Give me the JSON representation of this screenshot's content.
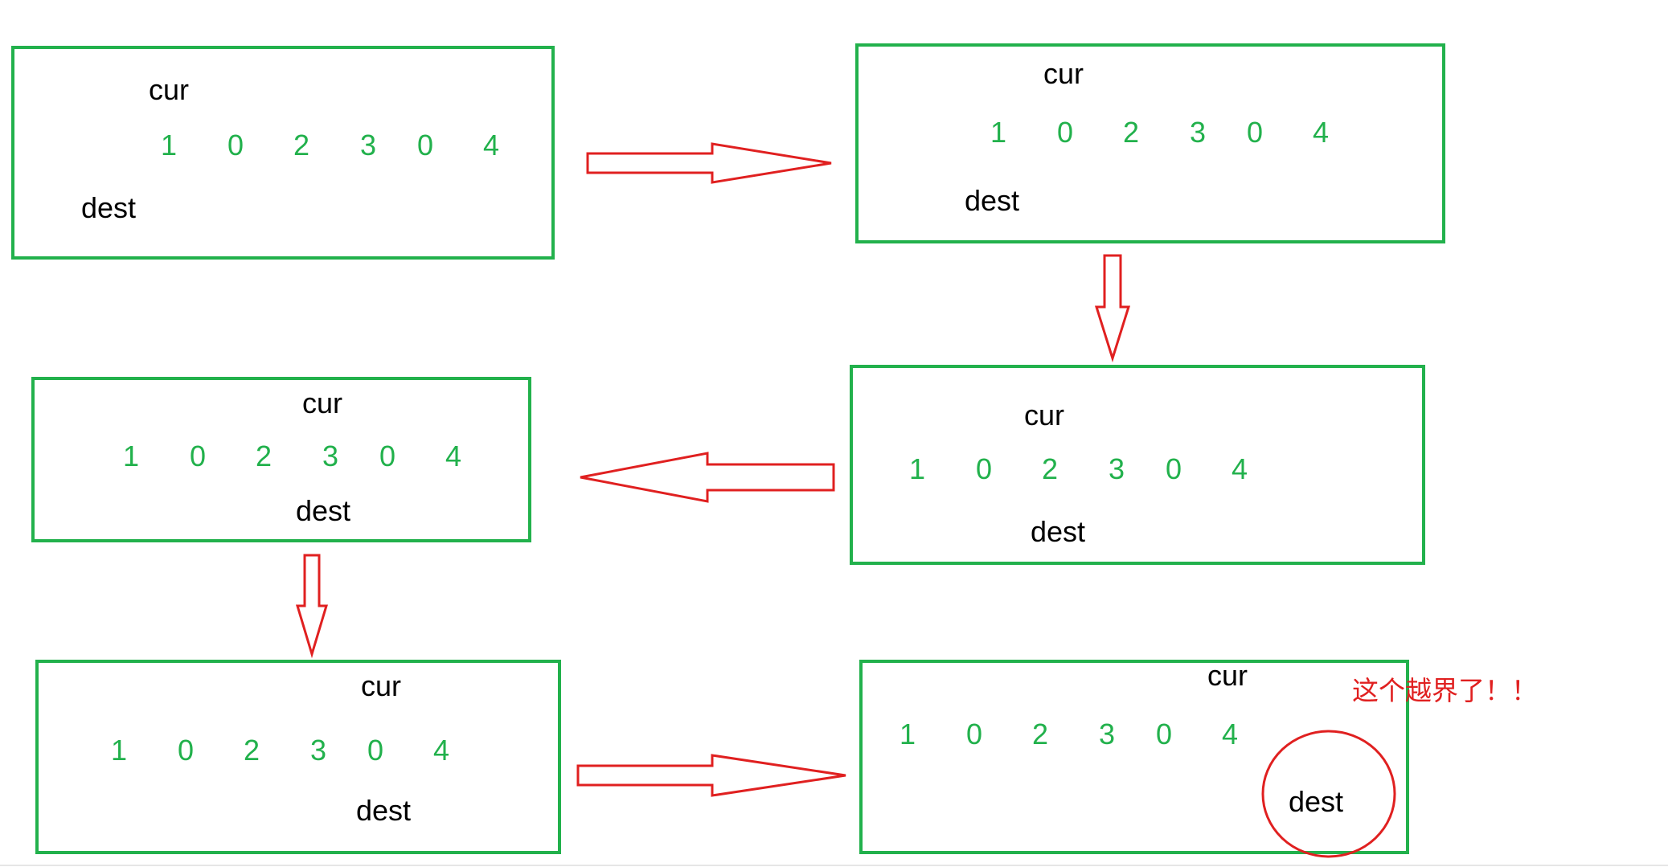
{
  "colors": {
    "box_border": "#22b14c",
    "numbers": "#22b14c",
    "arrows": "#e02020",
    "pointer_labels": "#000000",
    "note": "#e02020"
  },
  "steps": [
    {
      "array": [
        "1",
        "0",
        "2",
        "3",
        "0",
        "4"
      ],
      "cur_label": "cur",
      "dest_label": "dest"
    },
    {
      "array": [
        "1",
        "0",
        "2",
        "3",
        "0",
        "4"
      ],
      "cur_label": "cur",
      "dest_label": "dest"
    },
    {
      "array": [
        "1",
        "0",
        "2",
        "3",
        "0",
        "4"
      ],
      "cur_label": "cur",
      "dest_label": "dest"
    },
    {
      "array": [
        "1",
        "0",
        "2",
        "3",
        "0",
        "4"
      ],
      "cur_label": "cur",
      "dest_label": "dest"
    },
    {
      "array": [
        "1",
        "0",
        "2",
        "3",
        "0",
        "4"
      ],
      "cur_label": "cur",
      "dest_label": "dest"
    },
    {
      "array": [
        "1",
        "0",
        "2",
        "3",
        "0",
        "4"
      ],
      "cur_label": "cur",
      "dest_label": "dest"
    }
  ],
  "annotation": {
    "text": "这个越界了！！"
  }
}
